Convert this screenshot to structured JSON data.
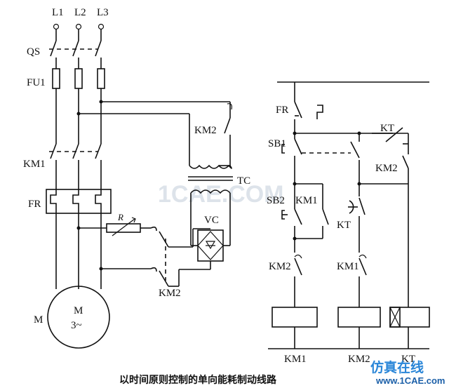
{
  "labels": {
    "l1": "L1",
    "l2": "L2",
    "l3": "L3",
    "qs": "QS",
    "fu1": "FU1",
    "km1": "KM1",
    "fr": "FR",
    "m": "M",
    "motor_m": "M",
    "motor_3": "3~",
    "r": "R",
    "km2_top": "KM2",
    "tc": "TC",
    "vc": "VC",
    "km2_bottom": "KM2",
    "ctl_fr": "FR",
    "sb1": "SB1",
    "sb2": "SB2",
    "kt_contact": "KT",
    "km2_aux": "KM2",
    "km1_aux": "KM1",
    "kt_coil_lbl": "KT",
    "km2_nc": "KM2",
    "km1_nc": "KM1",
    "coil_km1": "KM1",
    "coil_km2": "KM2",
    "coil_kt": "KT"
  },
  "watermark": "1CAE.COM",
  "caption": "以时间原则控制的单向能耗制动线路",
  "brand": "仿真在线",
  "site": "www.1CAE.com"
}
